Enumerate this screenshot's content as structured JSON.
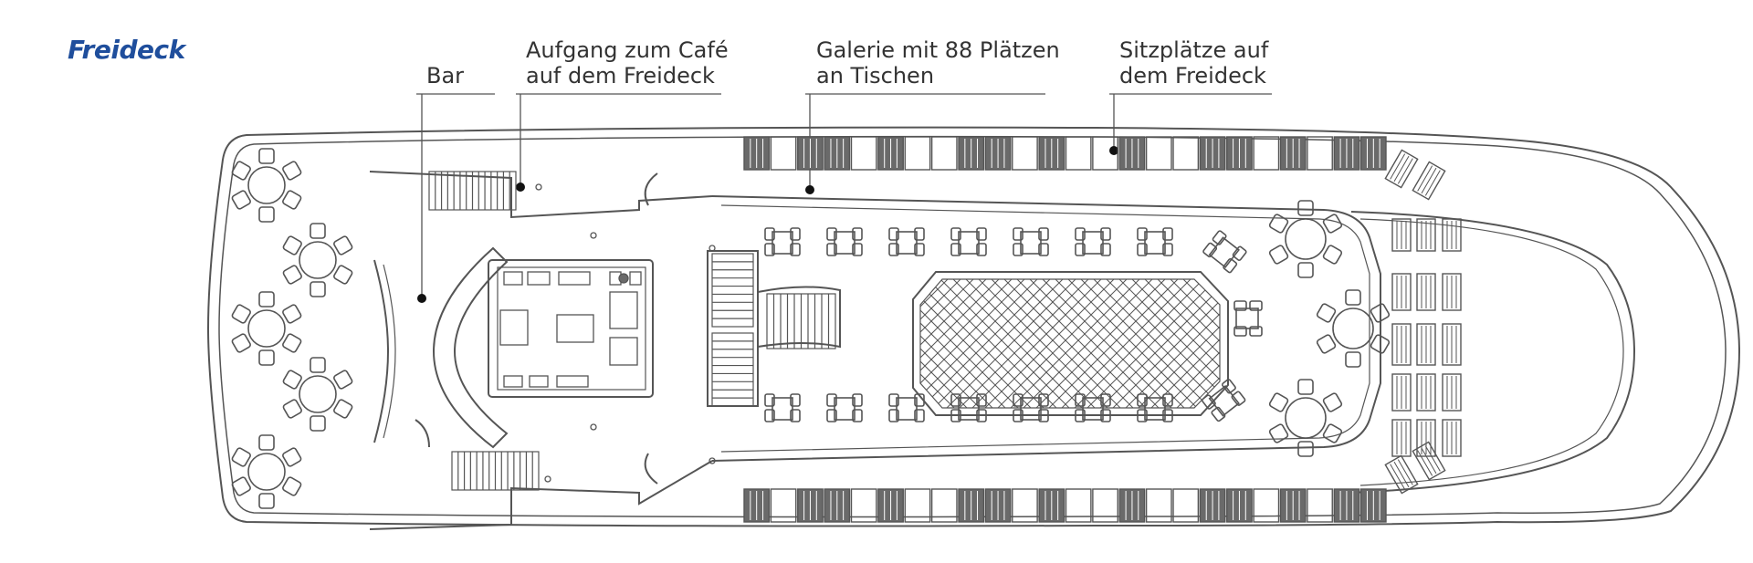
{
  "title": "Freideck",
  "labels": {
    "bar": "Bar",
    "cafe_line1": "Aufgang zum Café",
    "cafe_line2": "auf dem Freideck",
    "galerie_line1": "Galerie mit 88 Plätzen",
    "galerie_line2": "an Tischen",
    "sitz_line1": "Sitzplätze auf",
    "sitz_line2": "dem Freideck"
  },
  "colors": {
    "title": "#1f4e9c",
    "line": "#555555",
    "fill_dark": "#6a6a6a",
    "text": "#333333"
  }
}
